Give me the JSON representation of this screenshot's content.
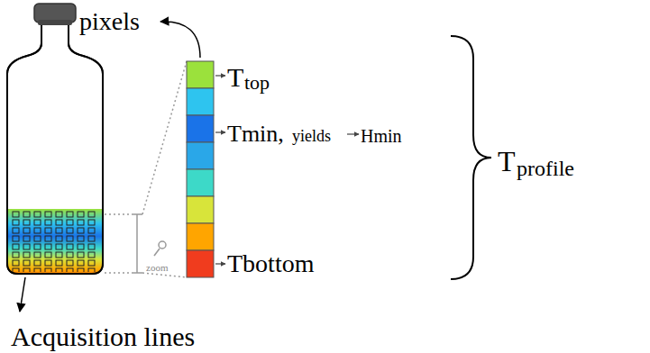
{
  "diagram": {
    "labels": [
      "pixels",
      "T",
      "top",
      "Tmin,",
      "yields",
      "Hmin",
      "Tbottom",
      "T",
      "profile",
      "zoom",
      "Acquisition lines"
    ]
  }
}
